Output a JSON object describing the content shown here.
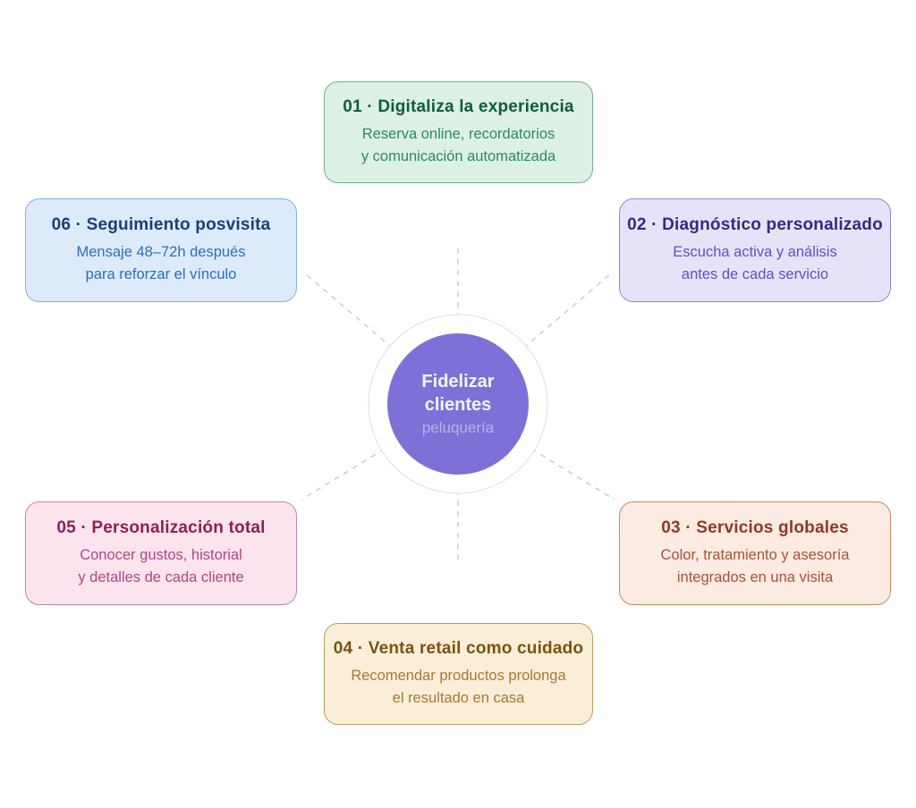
{
  "diagram": {
    "dash_color": "#c8c8d0",
    "ring_color": "#e3e3e9",
    "background": "#ffffff"
  },
  "center": {
    "title_line1": "Fidelizar",
    "title_line2": "clientes",
    "subtitle": "peluquería",
    "colors": {
      "bg": "#7d71d8",
      "title": "#f5f4fb",
      "subtitle": "#bab1e8"
    }
  },
  "cards": [
    {
      "title": "01 · Digitaliza la experiencia",
      "body": [
        "Reserva online, recordatorios",
        "y comunicación automatizada"
      ],
      "colors": {
        "bg": "#ddf0e4",
        "border": "#6fae90",
        "title": "#0d5c43",
        "body": "#2a8a66"
      }
    },
    {
      "title": "02 · Diagnóstico personalizado",
      "body": [
        "Escucha activa y análisis",
        "antes de cada servicio"
      ],
      "colors": {
        "bg": "#e6e3f8",
        "border": "#9187d2",
        "title": "#332b80",
        "body": "#5c52c0"
      }
    },
    {
      "title": "03 · Servicios globales",
      "body": [
        "Color, tratamiento y asesoría",
        "integrados en una visita"
      ],
      "colors": {
        "bg": "#fcebe2",
        "border": "#c58862",
        "title": "#8d3a28",
        "body": "#a5523c"
      }
    },
    {
      "title": "04 · Venta retail como cuidado",
      "body": [
        "Recomendar productos prolonga",
        "el resultado en casa"
      ],
      "colors": {
        "bg": "#fbeed8",
        "border": "#c09a5f",
        "title": "#7a530f",
        "body": "#a07b33"
      }
    },
    {
      "title": "05 · Personalización total",
      "body": [
        "Conocer gustos, historial",
        "y detalles de cada cliente"
      ],
      "colors": {
        "bg": "#fbe4ee",
        "border": "#c583a8",
        "title": "#8e1e56",
        "body": "#b04680"
      }
    },
    {
      "title": "06 · Seguimiento posvisita",
      "body": [
        "Mensaje 48–72h después",
        "para reforzar el vínculo"
      ],
      "colors": {
        "bg": "#dceafa",
        "border": "#84aedd",
        "title": "#1b3f73",
        "body": "#2f6fb5"
      }
    }
  ]
}
